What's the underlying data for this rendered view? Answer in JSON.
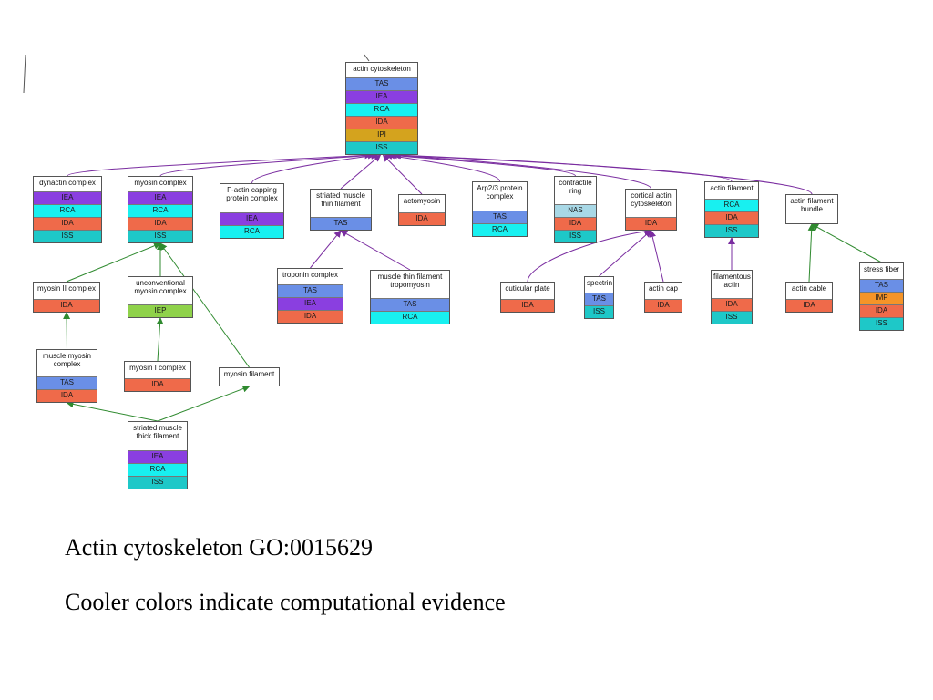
{
  "evidence_colors": {
    "TAS": "#6a8fe6",
    "IEA": "#8a3fe0",
    "RCA": "#18f0f0",
    "IDA": "#ef6a4a",
    "IPI": "#d4a31e",
    "ISS": "#1ec8c8",
    "NAS": "#a8d8e6",
    "IEP": "#8fd24a",
    "IMP": "#f59428"
  },
  "edge_colors": {
    "purple": "#7a2da0",
    "green": "#2f8a2f"
  },
  "nodes": [
    {
      "id": "actin_cytoskeleton",
      "title": "actin cytoskeleton",
      "evidence": [
        "TAS",
        "IEA",
        "RCA",
        "IDA",
        "IPI",
        "ISS"
      ]
    },
    {
      "id": "dynactin_complex",
      "title": "dynactin complex",
      "evidence": [
        "IEA",
        "RCA",
        "IDA",
        "ISS"
      ]
    },
    {
      "id": "myosin_complex",
      "title": "myosin complex",
      "evidence": [
        "IEA",
        "RCA",
        "IDA",
        "ISS"
      ]
    },
    {
      "id": "factin_capping",
      "title": "F-actin capping protein complex",
      "evidence": [
        "IEA",
        "RCA"
      ]
    },
    {
      "id": "striated_thin",
      "title": "striated muscle thin filament",
      "evidence": [
        "TAS"
      ]
    },
    {
      "id": "actomyosin",
      "title": "actomyosin",
      "evidence": [
        "IDA"
      ]
    },
    {
      "id": "arp23",
      "title": "Arp2/3 protein complex",
      "evidence": [
        "TAS",
        "RCA"
      ]
    },
    {
      "id": "contractile_ring",
      "title": "contractile ring",
      "evidence": [
        "NAS",
        "IDA",
        "ISS"
      ]
    },
    {
      "id": "cortical_actin",
      "title": "cortical actin cytoskeleton",
      "evidence": [
        "IDA"
      ]
    },
    {
      "id": "actin_filament",
      "title": "actin filament",
      "evidence": [
        "RCA",
        "IDA",
        "ISS"
      ]
    },
    {
      "id": "actin_filament_bundle",
      "title": "actin filament bundle",
      "evidence": []
    },
    {
      "id": "myosin_ii",
      "title": "myosin II complex",
      "evidence": [
        "IDA"
      ]
    },
    {
      "id": "unconventional_myosin",
      "title": "unconventional myosin complex",
      "evidence": [
        "IEP"
      ]
    },
    {
      "id": "troponin",
      "title": "troponin complex",
      "evidence": [
        "TAS",
        "IEA",
        "IDA"
      ]
    },
    {
      "id": "tropomyosin",
      "title": "muscle thin filament tropomyosin",
      "evidence": [
        "TAS",
        "RCA"
      ]
    },
    {
      "id": "cuticular_plate",
      "title": "cuticular plate",
      "evidence": [
        "IDA"
      ]
    },
    {
      "id": "spectrin",
      "title": "spectrin",
      "evidence": [
        "TAS",
        "ISS"
      ]
    },
    {
      "id": "actin_cap",
      "title": "actin cap",
      "evidence": [
        "IDA"
      ]
    },
    {
      "id": "filamentous_actin",
      "title": "filamentous actin",
      "evidence": [
        "IDA",
        "ISS"
      ]
    },
    {
      "id": "actin_cable",
      "title": "actin cable",
      "evidence": [
        "IDA"
      ]
    },
    {
      "id": "stress_fiber",
      "title": "stress fiber",
      "evidence": [
        "TAS",
        "IMP",
        "IDA",
        "ISS"
      ]
    },
    {
      "id": "muscle_myosin",
      "title": "muscle myosin complex",
      "evidence": [
        "TAS",
        "IDA"
      ]
    },
    {
      "id": "myosin_i",
      "title": "myosin I complex",
      "evidence": [
        "IDA"
      ]
    },
    {
      "id": "myosin_filament",
      "title": "myosin filament",
      "evidence": []
    },
    {
      "id": "striated_thick",
      "title": "striated muscle thick filament",
      "evidence": [
        "IEA",
        "RCA",
        "ISS"
      ]
    }
  ],
  "edges": [
    {
      "from": "dynactin_complex",
      "to": "actin_cytoskeleton",
      "color": "purple"
    },
    {
      "from": "myosin_complex",
      "to": "actin_cytoskeleton",
      "color": "purple"
    },
    {
      "from": "factin_capping",
      "to": "actin_cytoskeleton",
      "color": "purple"
    },
    {
      "from": "striated_thin",
      "to": "actin_cytoskeleton",
      "color": "purple"
    },
    {
      "from": "actomyosin",
      "to": "actin_cytoskeleton",
      "color": "purple"
    },
    {
      "from": "arp23",
      "to": "actin_cytoskeleton",
      "color": "purple"
    },
    {
      "from": "contractile_ring",
      "to": "actin_cytoskeleton",
      "color": "purple"
    },
    {
      "from": "cortical_actin",
      "to": "actin_cytoskeleton",
      "color": "purple"
    },
    {
      "from": "actin_filament",
      "to": "actin_cytoskeleton",
      "color": "purple"
    },
    {
      "from": "actin_filament_bundle",
      "to": "actin_cytoskeleton",
      "color": "purple"
    },
    {
      "from": "myosin_ii",
      "to": "myosin_complex",
      "color": "green"
    },
    {
      "from": "unconventional_myosin",
      "to": "myosin_complex",
      "color": "green"
    },
    {
      "from": "myosin_filament",
      "to": "myosin_complex",
      "color": "green"
    },
    {
      "from": "muscle_myosin",
      "to": "myosin_ii",
      "color": "green"
    },
    {
      "from": "myosin_i",
      "to": "unconventional_myosin",
      "color": "green"
    },
    {
      "from": "striated_thick",
      "to": "muscle_myosin",
      "color": "green"
    },
    {
      "from": "striated_thick",
      "to": "myosin_filament",
      "color": "green"
    },
    {
      "from": "troponin",
      "to": "striated_thin",
      "color": "purple"
    },
    {
      "from": "tropomyosin",
      "to": "striated_thin",
      "color": "purple"
    },
    {
      "from": "cuticular_plate",
      "to": "cortical_actin",
      "color": "purple"
    },
    {
      "from": "spectrin",
      "to": "cortical_actin",
      "color": "purple"
    },
    {
      "from": "actin_cap",
      "to": "cortical_actin",
      "color": "purple"
    },
    {
      "from": "filamentous_actin",
      "to": "actin_filament",
      "color": "purple"
    },
    {
      "from": "actin_cable",
      "to": "actin_filament_bundle",
      "color": "green"
    },
    {
      "from": "stress_fiber",
      "to": "actin_filament_bundle",
      "color": "green"
    }
  ],
  "caption": {
    "line1": "Actin cytoskeleton GO:0015629",
    "line2": "Cooler colors indicate computational evidence"
  }
}
